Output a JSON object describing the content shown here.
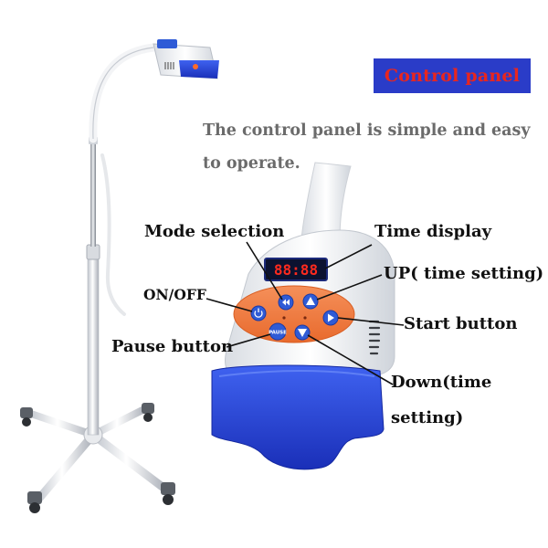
{
  "banner": {
    "text": "Control panel"
  },
  "intro": {
    "line1": "The control panel is simple and easy",
    "line2": "to operate."
  },
  "labels": {
    "mode_selection": "Mode selection",
    "time_display": "Time display",
    "on_off": "ON/OFF",
    "up": "UP( time setting)",
    "start": "Start button",
    "pause": "Pause button",
    "down_line1": "Down(time",
    "down_line2": "setting)"
  },
  "device": {
    "display_readout": "88:88",
    "pause_button_text": "PAUSE",
    "head_brand": "IIIIII"
  },
  "colors": {
    "banner_bg": "#2a3cc8",
    "banner_text": "#e8261f",
    "intro_text": "#6b6b6b",
    "panel_orange": "#f07a3e",
    "button_blue": "#2f5bd6",
    "mouthpiece_blue": "#1f3fd0",
    "display_red": "#ff2a1e"
  }
}
